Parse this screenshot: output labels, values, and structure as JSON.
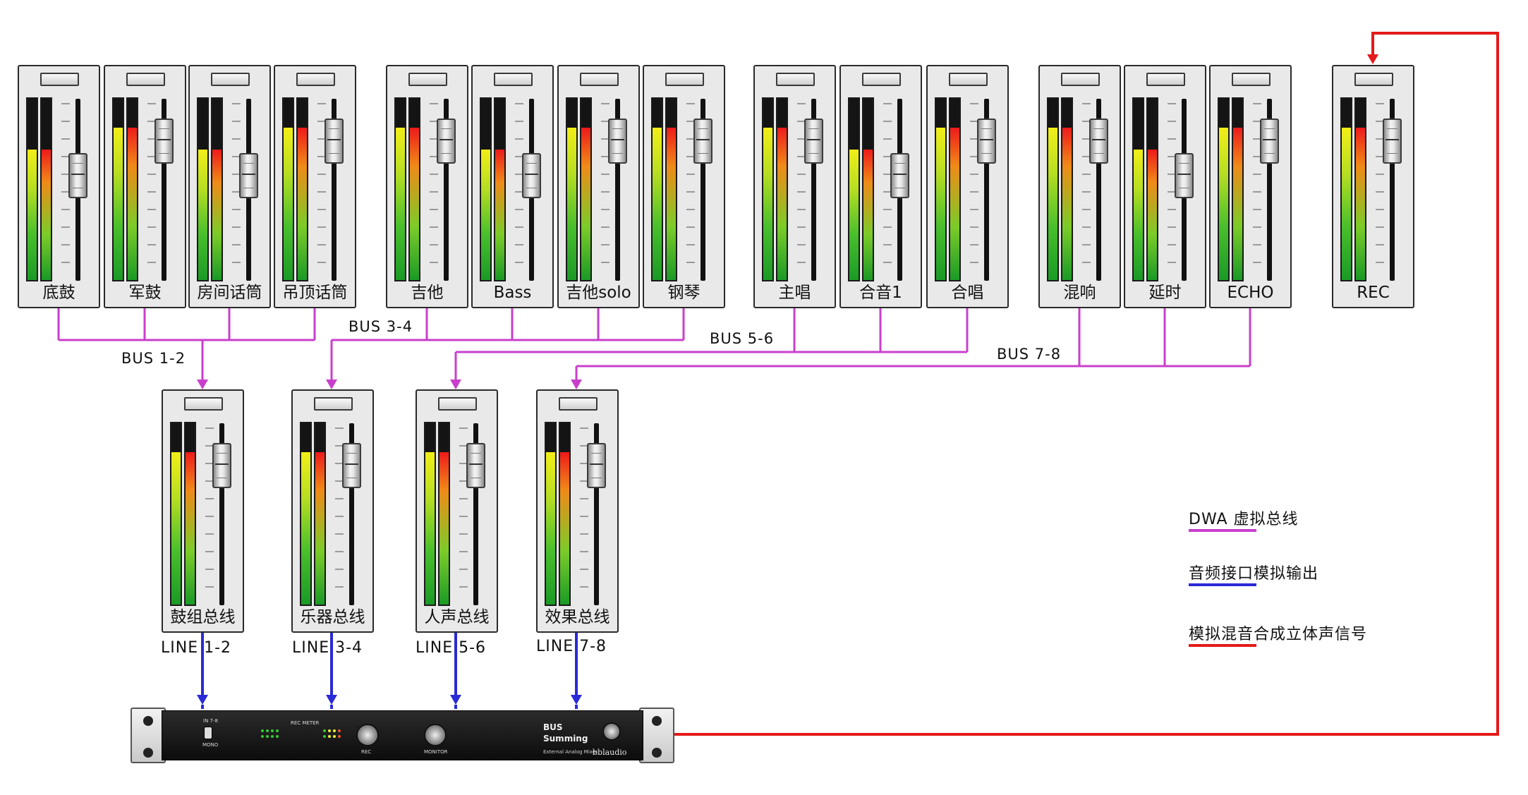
{
  "top_strips": [
    {
      "label": "底鼓",
      "level": 0.72
    },
    {
      "label": "军鼓",
      "level": 0.84
    },
    {
      "label": "房间话筒",
      "level": 0.72
    },
    {
      "label": "吊顶话筒",
      "level": 0.84
    },
    {
      "label": "吉他",
      "level": 0.84
    },
    {
      "label": "Bass",
      "level": 0.72
    },
    {
      "label": "吉他solo",
      "level": 0.84
    },
    {
      "label": "钢琴",
      "level": 0.84
    },
    {
      "label": "主唱",
      "level": 0.84
    },
    {
      "label": "合音1",
      "level": 0.72
    },
    {
      "label": "合唱",
      "level": 0.84
    },
    {
      "label": "混响",
      "level": 0.84
    },
    {
      "label": "延时",
      "level": 0.72
    },
    {
      "label": "ECHO",
      "level": 0.84
    },
    {
      "label": "REC",
      "level": 0.84
    }
  ],
  "bus_strips": [
    {
      "label": "鼓组总线",
      "level": 0.84
    },
    {
      "label": "乐器总线",
      "level": 0.84
    },
    {
      "label": "人声总线",
      "level": 0.84
    },
    {
      "label": "效果总线",
      "level": 0.84
    }
  ],
  "bus_labels": [
    "BUS 1-2",
    "BUS 3-4",
    "BUS 5-6",
    "BUS 7-8"
  ],
  "line_labels": [
    "LINE 1-2",
    "LINE 3-4",
    "LINE 5-6",
    "LINE 7-8"
  ],
  "legend": [
    {
      "text": "DWA 虚拟总线",
      "color": "#c93fcc"
    },
    {
      "text": "音频接口模拟输出",
      "color": "#2a2ad6"
    },
    {
      "text": "模拟混音合成立体声信号",
      "color": "#e41a1a"
    }
  ],
  "colors": {
    "dwa_bus": "#c93fcc",
    "analog_out": "#2a2ad6",
    "stereo_sum": "#e41a1a"
  },
  "device": {
    "title_line1": "BUS",
    "title_line2": "Summing",
    "subtitle": "External Analog Mixer",
    "brand": "bblaudio",
    "meter_label": "REC METER",
    "knob1_label": "REC",
    "knob2_label": "MONITOR",
    "switch_label": "IN 7-8",
    "mono_label": "MONO"
  }
}
